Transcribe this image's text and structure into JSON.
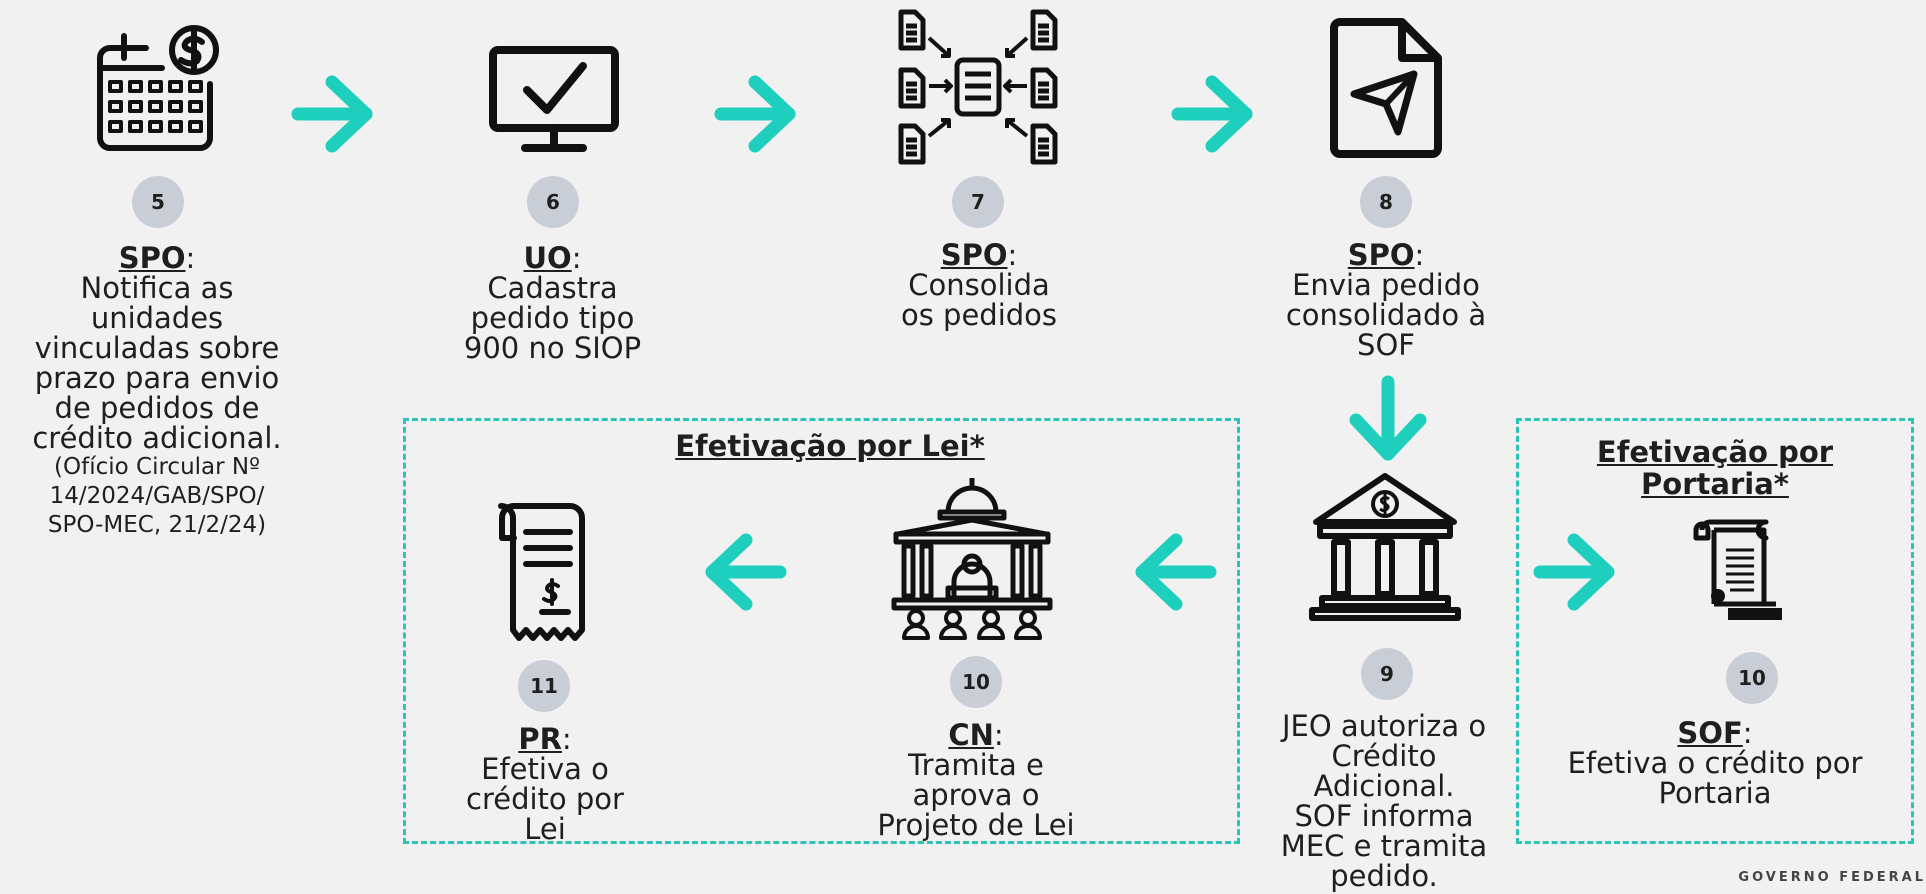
{
  "colors": {
    "arrow": "#1ecfbe",
    "badge": "#c9ced6",
    "dashed_border": "#2fc3b5",
    "icon": "#111111"
  },
  "steps": [
    {
      "number": "5",
      "actor": "SPO",
      "sep": ":",
      "lines": [
        "Notifica as",
        "unidades",
        "vinculadas sobre",
        "prazo para envio",
        "de pedidos de",
        "crédito adicional."
      ],
      "note": [
        "(Ofício Circular Nº",
        "14/2024/GAB/SPO/",
        "SPO-MEC, 21/2/24)"
      ],
      "icon": "calendar-dollar-icon"
    },
    {
      "number": "6",
      "actor": "UO",
      "sep": ":",
      "lines": [
        "Cadastra",
        "pedido tipo",
        "900 no SIOP"
      ],
      "icon": "monitor-check-icon"
    },
    {
      "number": "7",
      "actor": "SPO",
      "sep": ":",
      "lines": [
        "Consolida",
        "os pedidos"
      ],
      "icon": "documents-consolidate-icon"
    },
    {
      "number": "8",
      "actor": "SPO",
      "sep": ":",
      "lines": [
        "Envia pedido",
        "consolidado à",
        "SOF"
      ],
      "icon": "document-send-icon"
    },
    {
      "number": "9",
      "lines": [
        "JEO autoriza o",
        "Crédito",
        "Adicional.",
        "SOF informa",
        "MEC e tramita",
        "pedido."
      ],
      "icon": "bank-icon"
    },
    {
      "number": "10",
      "actor": "SOF",
      "sep": ":",
      "lines": [
        "Efetiva o crédito por",
        "Portaria"
      ],
      "icon": "scroll-icon"
    },
    {
      "number": "10",
      "actor": "CN",
      "sep": ":",
      "lines": [
        "Tramita e",
        "aprova o",
        "Projeto de Lei"
      ],
      "icon": "congress-icon"
    },
    {
      "number": "11",
      "actor": "PR",
      "sep": ":",
      "lines": [
        "Efetiva o",
        "crédito por",
        "Lei"
      ],
      "icon": "receipt-icon"
    }
  ],
  "boxes": {
    "lei": {
      "title": "Efetivação por Lei*"
    },
    "portaria": {
      "title_lines": [
        "Efetivação por",
        "Portaria*"
      ]
    }
  },
  "footer": "GOVERNO FEDERAL"
}
